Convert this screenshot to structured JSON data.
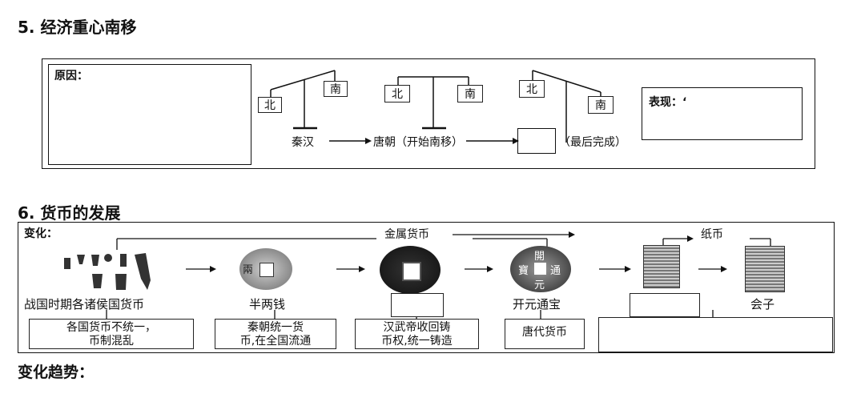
{
  "section5": {
    "heading": "5. 经济重心南移",
    "reason_label": "原因：",
    "north": "北",
    "south": "南",
    "era1": "秦汉",
    "era2": "唐朝（开始南移）",
    "era3": "（最后完成）",
    "performance_label": "表现：‘"
  },
  "section6": {
    "heading": "6. 货币的发展",
    "change_label": "变化：",
    "metal_currency": "金属货币",
    "paper_currency": "纸币",
    "coins": [
      {
        "name": "战国时期各诸侯国货币",
        "desc_line1": "各国货币不统一，",
        "desc_line2": "币制混乱"
      },
      {
        "name": "半两钱",
        "desc_line1": "秦朝统一货",
        "desc_line2": "币,在全国流通"
      },
      {
        "name": "",
        "desc_line1": "汉武帝收回铸",
        "desc_line2": "币权,统一铸造"
      },
      {
        "name": "开元通宝",
        "desc_line1": "唐代货币",
        "desc_line2": ""
      },
      {
        "name": "",
        "desc_line1": "",
        "desc_line2": ""
      },
      {
        "name": "会子",
        "desc_line1": "",
        "desc_line2": ""
      }
    ],
    "coin_glyphs": {
      "banliang": "兩",
      "kaiyuan_top": "開",
      "kaiyuan_bottom": "元",
      "kaiyuan_left": "寶",
      "kaiyuan_right": "通"
    },
    "trend_label": "变化趋势："
  }
}
